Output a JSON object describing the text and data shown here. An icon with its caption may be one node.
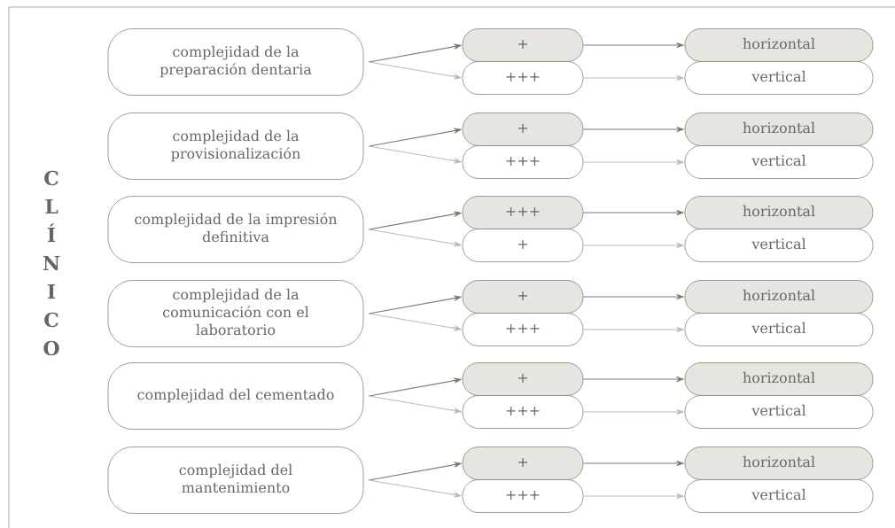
{
  "diagram": {
    "nodes": [
      {
        "text": [
          "complejidad de la preparación dentaria"
        ]
      },
      {
        "text": [
          "+"
        ]
      },
      {
        "text": [
          "horizontal"
        ]
      },
      {
        "text": [
          "+++"
        ]
      },
      {
        "text": [
          "vertical"
        ]
      },
      {
        "text": [
          "complejidad de la provisionalización"
        ]
      },
      {
        "text": [
          "+"
        ]
      },
      {
        "text": [
          "horizontal"
        ]
      },
      {
        "text": [
          "+++"
        ]
      },
      {
        "text": [
          "vertical"
        ]
      },
      {
        "text": [
          "complejidad de la impresión definitiva"
        ]
      },
      {
        "text": [
          "+++"
        ]
      },
      {
        "text": [
          "horizontal"
        ]
      },
      {
        "text": [
          "+"
        ]
      },
      {
        "text": [
          "vertical"
        ]
      },
      {
        "text": [
          "complejidad de la comunicación con el laboratorio"
        ]
      },
      {
        "text": [
          "+"
        ]
      },
      {
        "text": [
          "horizontal"
        ]
      },
      {
        "text": [
          "+++"
        ]
      },
      {
        "text": [
          "vertical"
        ]
      },
      {
        "text": [
          "complejidad del cementado"
        ]
      },
      {
        "text": [
          "+"
        ]
      },
      {
        "text": [
          "horizontal"
        ]
      },
      {
        "text": [
          "+++"
        ]
      },
      {
        "text": [
          "vertical"
        ]
      },
      {
        "text": [
          "complejidad del mantenimiento"
        ]
      },
      {
        "text": [
          "+"
        ]
      },
      {
        "text": [
          "horizontal"
        ]
      },
      {
        "text": [
          "+++"
        ]
      },
      {
        "text": [
          "vertical"
        ]
      }
    ],
    "edges": [
      {
        "from": 0,
        "to": 1,
        "arrow": "to"
      },
      {
        "from": 0,
        "to": 3,
        "arrow": "to",
        "color": "#b9bab3"
      },
      {
        "from": 1,
        "to": 2,
        "arrow": "to"
      },
      {
        "from": 3,
        "to": 4,
        "arrow": "to",
        "color": "#b9bab3"
      },
      {
        "from": 5,
        "to": 6,
        "arrow": "to"
      },
      {
        "from": 5,
        "to": 8,
        "arrow": "to",
        "color": "#b9bab3"
      },
      {
        "from": 6,
        "to": 7,
        "arrow": "to"
      },
      {
        "from": 8,
        "to": 9,
        "arrow": "to",
        "color": "#b9bab3"
      },
      {
        "from": 10,
        "to": 11,
        "arrow": "to"
      },
      {
        "from": 10,
        "to": 13,
        "arrow": "to",
        "color": "#b9bab3"
      },
      {
        "from": 11,
        "to": 12,
        "arrow": "to"
      },
      {
        "from": 13,
        "to": 14,
        "arrow": "to",
        "color": "#b9bab3"
      },
      {
        "from": 15,
        "to": 16,
        "arrow": "to"
      },
      {
        "from": 15,
        "to": 18,
        "arrow": "to",
        "color": "#b9bab3"
      },
      {
        "from": 16,
        "to": 17,
        "arrow": "to"
      },
      {
        "from": 18,
        "to": 19,
        "arrow": "to",
        "color": "#b9bab3"
      },
      {
        "from": 20,
        "to": 21,
        "arrow": "to"
      },
      {
        "from": 20,
        "to": 23,
        "arrow": "to",
        "color": "#b9bab3"
      },
      {
        "from": 21,
        "to": 22,
        "arrow": "to"
      },
      {
        "from": 23,
        "to": 24,
        "arrow": "to",
        "color": "#b9bab3"
      },
      {
        "from": 25,
        "to": 26,
        "arrow": "to"
      },
      {
        "from": 25,
        "to": 28,
        "arrow": "to",
        "color": "#b9bab3"
      },
      {
        "from": 26,
        "to": 27,
        "arrow": "to"
      },
      {
        "from": 28,
        "to": 29,
        "arrow": "to",
        "color": "#b9bab3"
      }
    ],
    "labels": [
      "CLÍNICO"
    ]
  }
}
